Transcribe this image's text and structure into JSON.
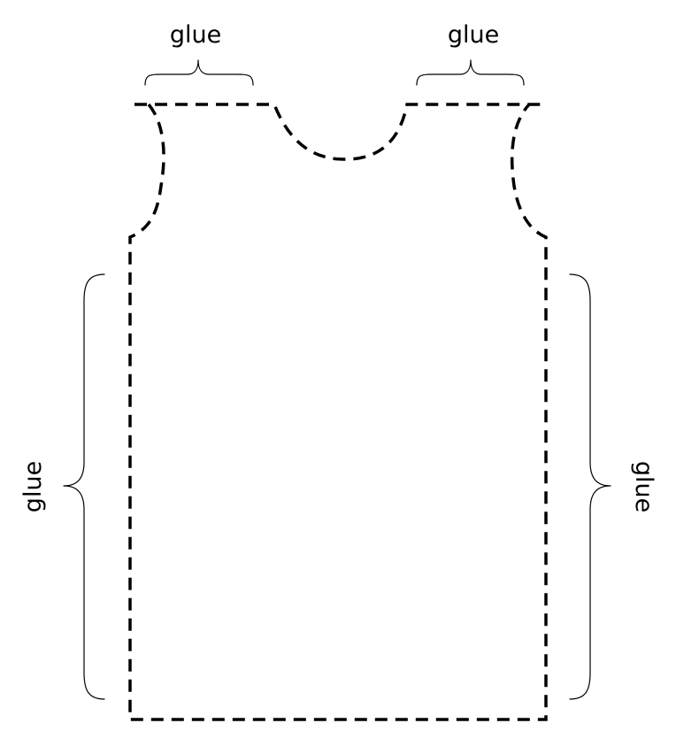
{
  "template": {
    "outline_style": "dashed",
    "outline_color": "#000000",
    "labels": {
      "top_left": "glue",
      "top_right": "glue",
      "left_side": "glue",
      "right_side": "glue"
    }
  }
}
